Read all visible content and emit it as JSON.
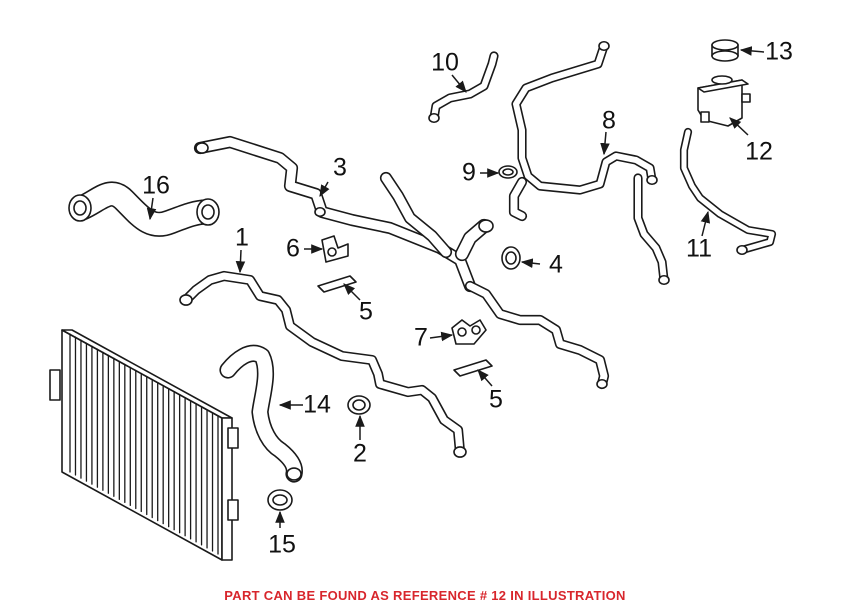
{
  "diagram": {
    "footer_note": "PART CAN BE FOUND AS REFERENCE # 12 IN ILLUSTRATION",
    "footer_color": "#d8262c",
    "callouts": {
      "c1": "1",
      "c2": "2",
      "c3": "3",
      "c4": "4",
      "c5a": "5",
      "c5b": "5",
      "c6": "6",
      "c7": "7",
      "c8": "8",
      "c9": "9",
      "c10": "10",
      "c11": "11",
      "c12": "12",
      "c13": "13",
      "c14": "14",
      "c15": "15",
      "c16": "16"
    }
  }
}
